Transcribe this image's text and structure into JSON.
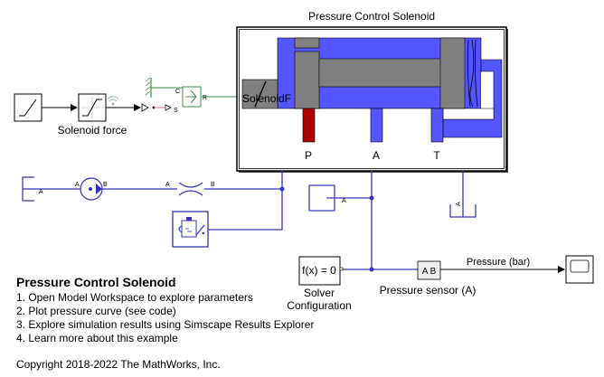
{
  "subsystem": {
    "title": "Pressure Control Solenoid",
    "actuator_label": "SolenoidF",
    "ports": [
      "P",
      "A",
      "T"
    ]
  },
  "blocks": {
    "solenoid_force_label": "Solenoid force",
    "solver_expr": "f(x) = 0",
    "solver_label_line1": "Solver",
    "solver_label_line2": "Configuration",
    "sensor_ports": "A B",
    "sensor_label": "Pressure sensor (A)",
    "signal_label": "Pressure (bar)"
  },
  "port_labels": {
    "C": "C",
    "S": "S",
    "R": "R",
    "reservoir_A": "A",
    "pump_A": "A",
    "pump_B": "B",
    "orifice_A": "A",
    "orifice_B": "B",
    "cap_A": "A",
    "tank_A": "A"
  },
  "annotation": {
    "title": "Pressure Control Solenoid",
    "items": [
      "1. Open Model Workspace to explore parameters",
      "2. Plot pressure curve (see code)",
      "3. Explore simulation results using Simscape Results Explorer",
      "4. Learn more about this example"
    ],
    "copyright": "Copyright 2018-2022 The MathWorks, Inc."
  },
  "colors": {
    "hydraulic_line": "#3333bb",
    "fluid_blue": "#5555ff",
    "spool_gray": "#808080",
    "pressure_red": "#aa0000",
    "mech_green": "#3d8a4d",
    "signal_pink": "#cc8888"
  }
}
